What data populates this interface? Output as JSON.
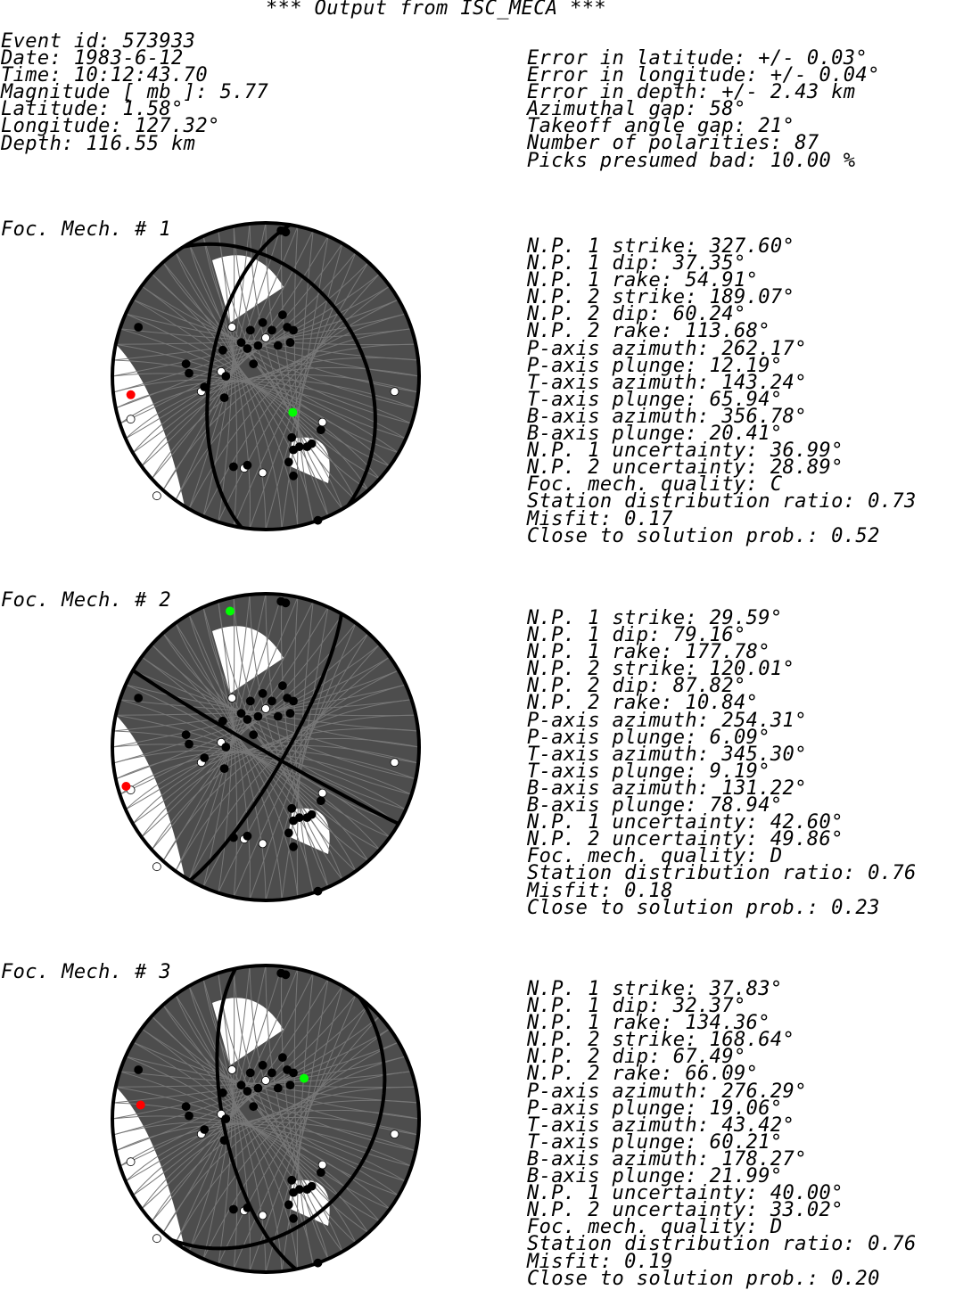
{
  "header": {
    "title": "*** Output from ISC_MECA ***"
  },
  "event": {
    "id": "Event id: 573933",
    "date": "Date: 1983-6-12",
    "time": "Time: 10:12:43.70",
    "magnitude": "Magnitude [ mb ]: 5.77",
    "latitude": "Latitude: 1.58°",
    "longitude": "Longitude: 127.32°",
    "depth": "Depth: 116.55 km"
  },
  "errors": {
    "lat": "Error in latitude: +/- 0.03°",
    "lon": "Error in longitude: +/- 0.04°",
    "depth": "Error in depth: +/- 2.43 km",
    "azgap": "Azimuthal gap: 58°",
    "takeoff": "Takeoff angle gap: 21°",
    "npol": "Number of polarities: 87",
    "bad": "Picks presumed bad: 10.00 %"
  },
  "colors": {
    "fill": "#4d4d4d",
    "ray": "#777777",
    "white": "#ffffff",
    "red": "#ff0000",
    "green": "#00ff00"
  },
  "mechanisms": [
    {
      "label": "Foc. Mech. # 1",
      "np1_strike": "N.P. 1 strike: 327.60°",
      "np1_dip": "N.P. 1 dip: 37.35°",
      "np1_rake": "N.P. 1 rake: 54.91°",
      "np2_strike": "N.P. 2 strike: 189.07°",
      "np2_dip": "N.P. 2 dip: 60.24°",
      "np2_rake": "N.P. 2 rake: 113.68°",
      "p_az": "P-axis azimuth: 262.17°",
      "p_pl": "P-axis plunge: 12.19°",
      "t_az": "T-axis azimuth: 143.24°",
      "t_pl": "T-axis plunge: 65.94°",
      "b_az": "B-axis azimuth: 356.78°",
      "b_pl": "B-axis plunge: 20.41°",
      "np1_unc": "N.P. 1 uncertainty: 36.99°",
      "np2_unc": "N.P. 2 uncertainty: 28.89°",
      "quality": "Foc. mech. quality: C",
      "sdr": "Station distribution ratio: 0.73",
      "misfit": "Misfit: 0.17",
      "prob": "Close to solution prob.: 0.52",
      "strike1": 327.6,
      "dip1": 37.35,
      "strike2": 189.07,
      "dip2": 60.24,
      "p_azimuth": 262.17,
      "p_plunge": 12.19,
      "t_azimuth": 143.24,
      "t_plunge": 65.94
    },
    {
      "label": "Foc. Mech. # 2",
      "np1_strike": "N.P. 1 strike: 29.59°",
      "np1_dip": "N.P. 1 dip: 79.16°",
      "np1_rake": "N.P. 1 rake: 177.78°",
      "np2_strike": "N.P. 2 strike: 120.01°",
      "np2_dip": "N.P. 2 dip: 87.82°",
      "np2_rake": "N.P. 2 rake: 10.84°",
      "p_az": "P-axis azimuth: 254.31°",
      "p_pl": "P-axis plunge: 6.09°",
      "t_az": "T-axis azimuth: 345.30°",
      "t_pl": "T-axis plunge: 9.19°",
      "b_az": "B-axis azimuth: 131.22°",
      "b_pl": "B-axis plunge: 78.94°",
      "np1_unc": "N.P. 1 uncertainty: 42.60°",
      "np2_unc": "N.P. 2 uncertainty: 49.86°",
      "quality": "Foc. mech. quality: D",
      "sdr": "Station distribution ratio: 0.76",
      "misfit": "Misfit: 0.18",
      "prob": "Close to solution prob.: 0.23",
      "strike1": 29.59,
      "dip1": 79.16,
      "strike2": 120.01,
      "dip2": 87.82,
      "p_azimuth": 254.31,
      "p_plunge": 6.09,
      "t_azimuth": 345.3,
      "t_plunge": 9.19
    },
    {
      "label": "Foc. Mech. # 3",
      "np1_strike": "N.P. 1 strike: 37.83°",
      "np1_dip": "N.P. 1 dip: 32.37°",
      "np1_rake": "N.P. 1 rake: 134.36°",
      "np2_strike": "N.P. 2 strike: 168.64°",
      "np2_dip": "N.P. 2 dip: 67.49°",
      "np2_rake": "N.P. 2 rake: 66.09°",
      "p_az": "P-axis azimuth: 276.29°",
      "p_pl": "P-axis plunge: 19.06°",
      "t_az": "T-axis azimuth: 43.42°",
      "t_pl": "T-axis plunge: 60.21°",
      "b_az": "B-axis azimuth: 178.27°",
      "b_pl": "B-axis plunge: 21.99°",
      "np1_unc": "N.P. 1 uncertainty: 40.00°",
      "np2_unc": "N.P. 2 uncertainty: 33.02°",
      "quality": "Foc. mech. quality: D",
      "sdr": "Station distribution ratio: 0.76",
      "misfit": "Misfit: 0.19",
      "prob": "Close to solution prob.: 0.20",
      "strike1": 37.83,
      "dip1": 32.37,
      "strike2": 168.64,
      "dip2": 67.49,
      "p_azimuth": 276.29,
      "p_plunge": 19.06,
      "t_azimuth": 43.42,
      "t_plunge": 60.21
    }
  ]
}
